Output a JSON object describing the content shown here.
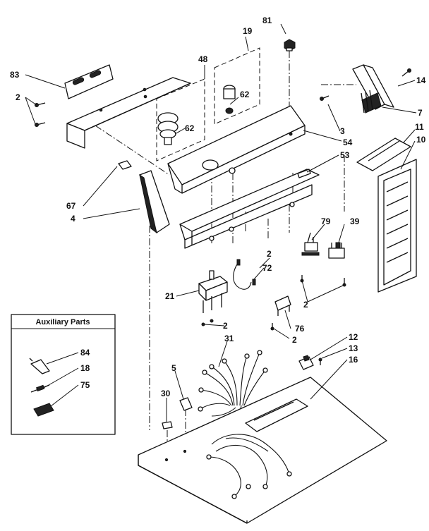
{
  "aux_box": {
    "title": "Auxiliary Parts"
  },
  "callouts": {
    "c83": "83",
    "c2_top": "2",
    "c48": "48",
    "c19": "19",
    "c81": "81",
    "c62_a": "62",
    "c62_b": "62",
    "c14": "14",
    "c7": "7",
    "c3": "3",
    "c54": "54",
    "c53": "53",
    "c11": "11",
    "c10": "10",
    "c67": "67",
    "c4": "4",
    "c79": "79",
    "c39": "39",
    "c2_mid": "2",
    "c72": "72",
    "c21": "21",
    "c2_left": "2",
    "c2_right": "2",
    "c76": "76",
    "c2_bottom": "2",
    "c31": "31",
    "c84": "84",
    "c18": "18",
    "c75": "75",
    "c12": "12",
    "c13": "13",
    "c16": "16",
    "c5": "5",
    "c30": "30"
  },
  "colors": {
    "ink": "#111111",
    "paper": "#ffffff"
  }
}
